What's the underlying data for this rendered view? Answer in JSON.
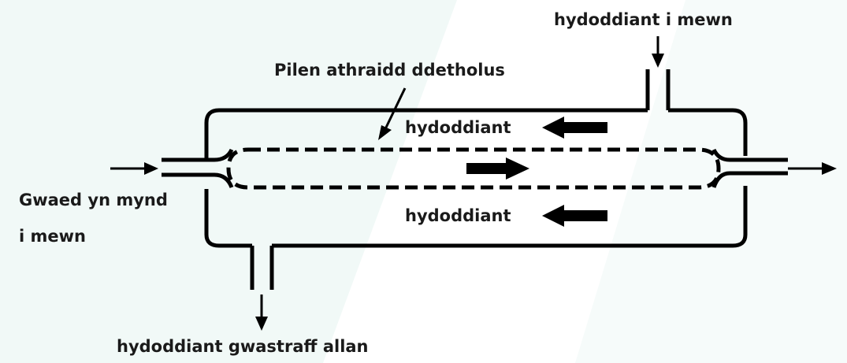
{
  "diagram": {
    "labels": {
      "solution_in": "hydoddiant i mewn",
      "membrane": "Pilen athraidd ddetholus",
      "solution_top": "hydoddiant",
      "blood_in_line1": "Gwaed yn mynd",
      "blood_in_line2": "i mewn",
      "solution_bottom": "hydoddiant",
      "waste_out": "hydoddiant gwastraff allan"
    },
    "colors": {
      "stroke": "#000000",
      "text": "#1a1a1a",
      "background": "#ffffff",
      "background_tint": "#f1f9f7"
    }
  }
}
